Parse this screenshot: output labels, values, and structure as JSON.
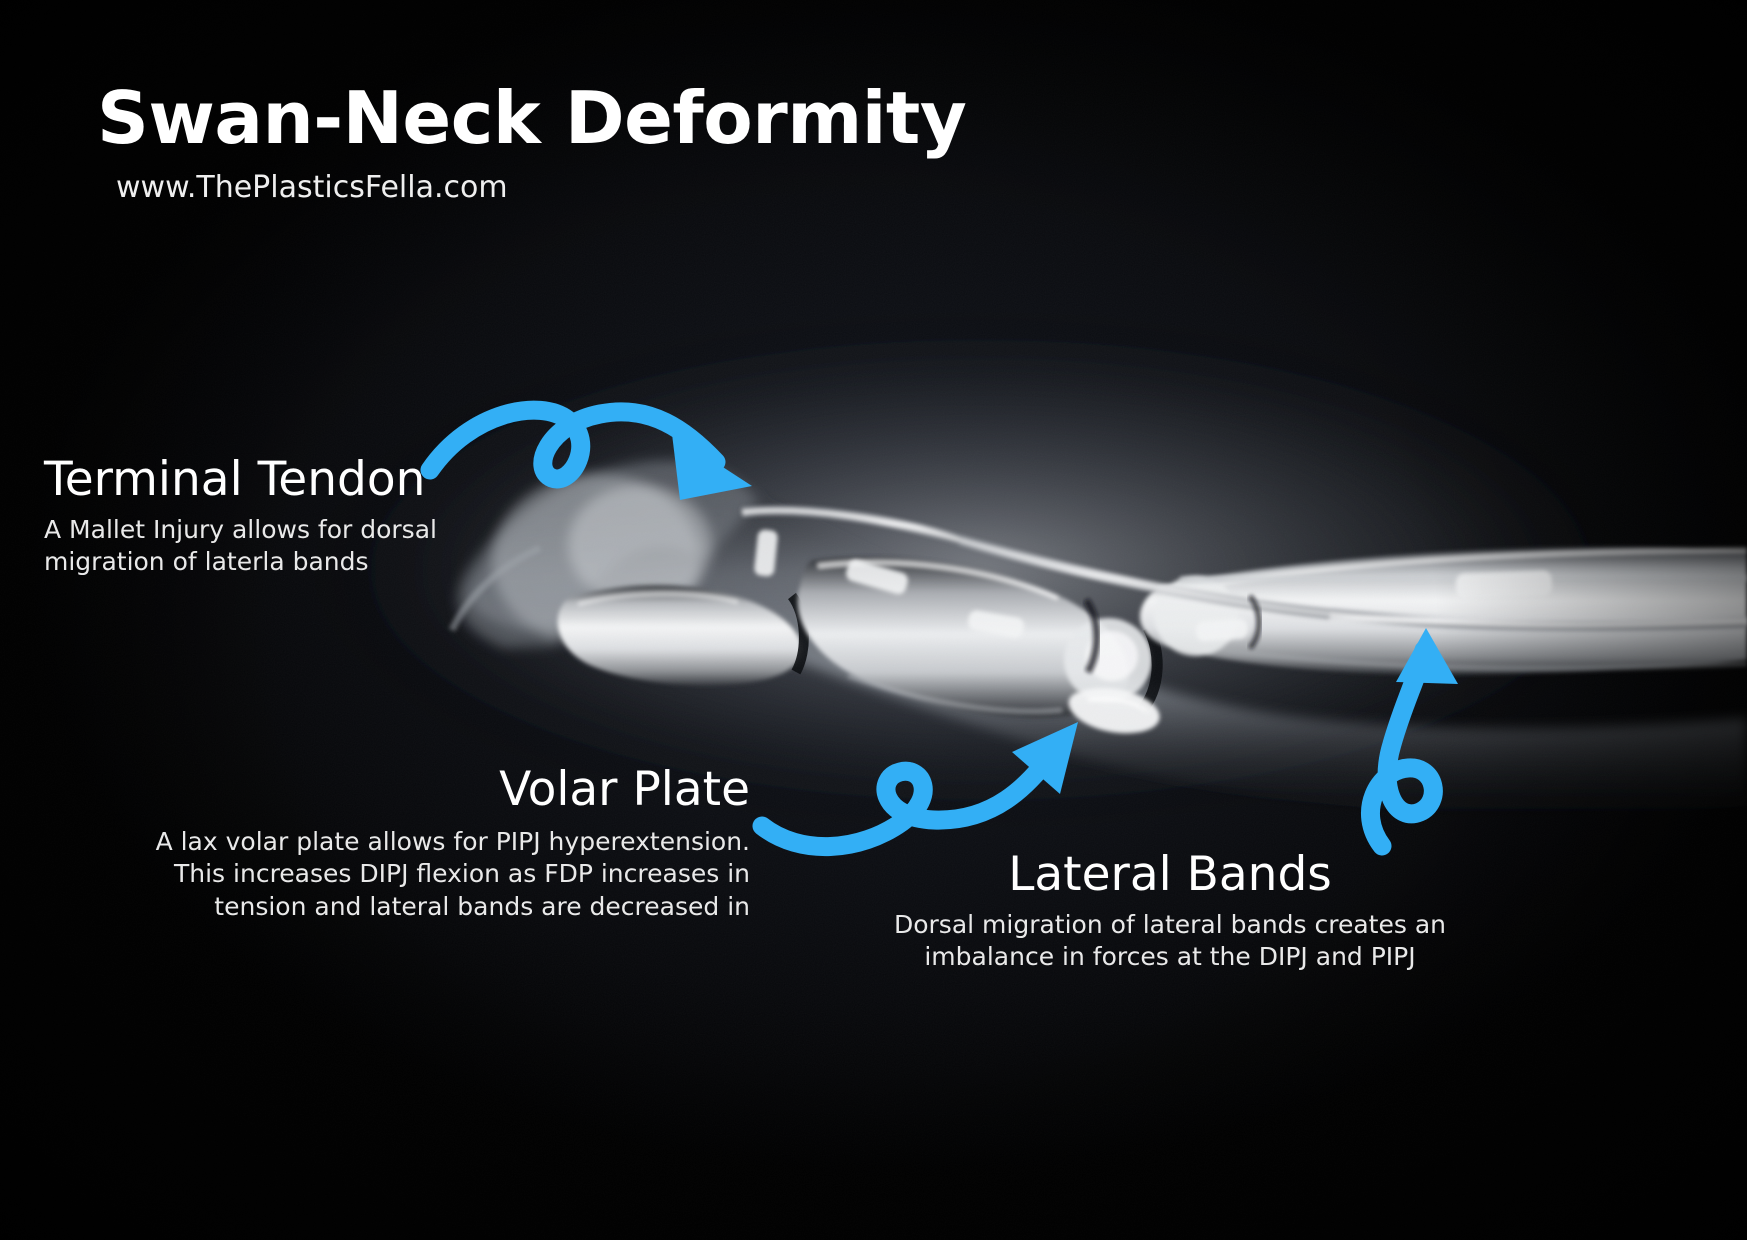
{
  "header": {
    "title": "Swan-Neck Deformity",
    "website": "www.ThePlasticsFella.com"
  },
  "colors": {
    "background": "#000000",
    "arrow_blue": "#33AFF5",
    "text_primary": "#FFFFFF",
    "text_secondary": "#E9E9E9",
    "xray_bone": "#F2F2F2"
  },
  "annotations": [
    {
      "id": "terminal-tendon",
      "heading": "Terminal Tendon",
      "body": "A Mallet Injury allows for dorsal migration of laterla bands",
      "body_lines": [
        "A Mallet Injury allows for dorsal",
        "migration of laterla bands"
      ],
      "align": "left",
      "arrow": "curly-arrow-right"
    },
    {
      "id": "volar-plate",
      "heading": "Volar Plate",
      "body": "A lax volar plate allows for PIPJ hyperextension. This increases DIPJ flexion as FDP increases in tension and lateral bands are decreased in",
      "body_lines": [
        "A lax volar plate allows for PIPJ",
        "hyperextension. This increases DIPJ flexion as",
        "FDP increases in tension and lateral bands",
        "are decreased in"
      ],
      "align": "right",
      "arrow": "curly-arrow-up-right"
    },
    {
      "id": "lateral-bands",
      "heading": "Lateral Bands",
      "body": "Dorsal migration of lateral bands creates an imbalance in forces at the DIPJ and PIPJ",
      "body_lines": [
        "Dorsal migration of lateral bands creates an",
        "imbalance in forces at the DIPJ and PIPJ"
      ],
      "align": "center",
      "arrow": "curly-arrow-up"
    }
  ],
  "figure": {
    "description": "Lateral radiograph-style illustration of a finger in swan-neck deformity showing hyperextension at the PIPJ and flexion at the DIPJ",
    "icon": "xray-finger-image"
  }
}
